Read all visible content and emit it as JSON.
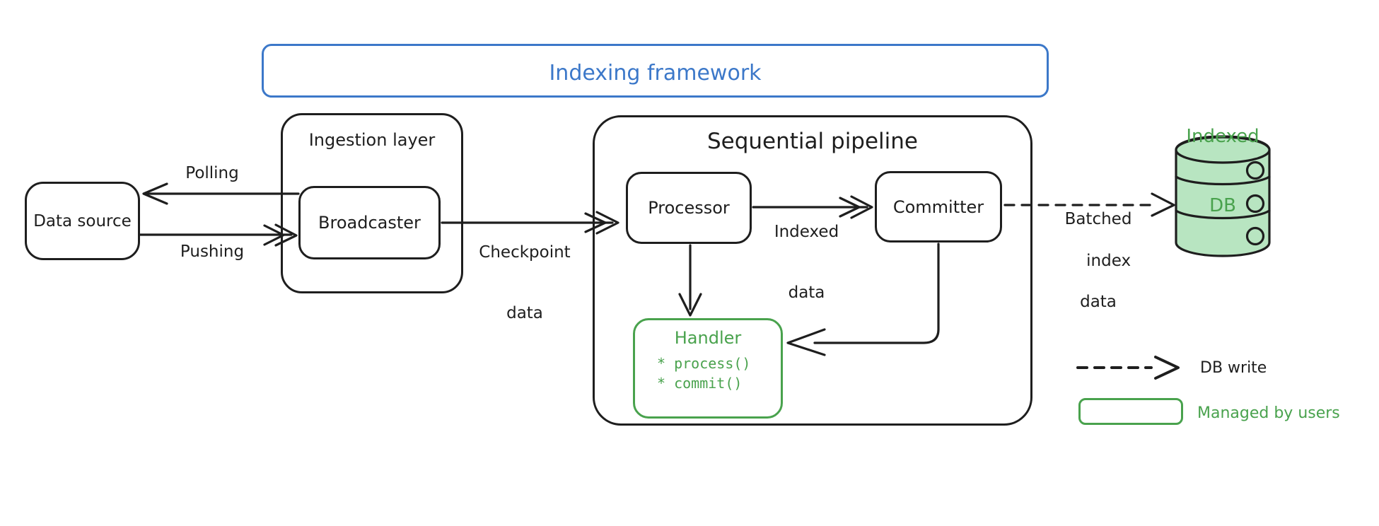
{
  "frame": {
    "title": "Indexing framework"
  },
  "nodes": {
    "data_source": {
      "label": "Data source"
    },
    "ingestion": {
      "label": "Ingestion layer"
    },
    "broadcaster": {
      "label": "Broadcaster"
    },
    "pipeline": {
      "label": "Sequential pipeline"
    },
    "processor": {
      "label": "Processor"
    },
    "committer": {
      "label": "Committer"
    },
    "handler": {
      "title": "Handler",
      "methods": [
        "* process()",
        "* commit()"
      ]
    },
    "indexed_db": {
      "line1": "Indexed",
      "line2": "DB"
    }
  },
  "edges": {
    "polling": {
      "label": "Polling"
    },
    "pushing": {
      "label": "Pushing"
    },
    "checkpoint": {
      "line1": "Checkpoint",
      "line2": "data"
    },
    "indexed_data": {
      "line1": "Indexed",
      "line2": "data"
    },
    "batched": {
      "line1": "Batched",
      "line2": "index",
      "line3": "data"
    }
  },
  "legend": {
    "db_write": "DB write",
    "managed_by_users": "Managed by users"
  },
  "colors": {
    "ink": "#1e1e1e",
    "blue": "#3c78c9",
    "green": "#49a24d",
    "db_fill": "#b8e5c1",
    "background": "#ffffff"
  }
}
